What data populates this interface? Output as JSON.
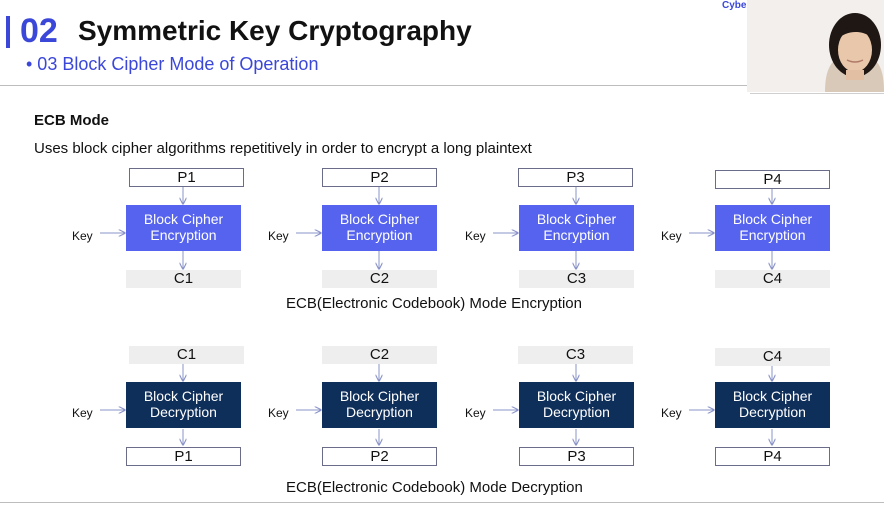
{
  "header": {
    "section_number": "02",
    "title": "Symmetric Key Cryptography",
    "subtitle": "• 03 Block Cipher Mode of Operation",
    "brand": "Cybe"
  },
  "content": {
    "section_title": "ECB Mode",
    "description": "Uses block cipher algorithms repetitively in order to encrypt a long plaintext"
  },
  "encryption": {
    "caption": "ECB(Electronic Codebook) Mode Encryption",
    "inputs": [
      "P1",
      "P2",
      "P3",
      "P4"
    ],
    "block_label_line1": "Block Cipher",
    "block_label_line2": "Encryption",
    "outputs": [
      "C1",
      "C2",
      "C3",
      "C4"
    ]
  },
  "decryption": {
    "caption": "ECB(Electronic Codebook) Mode Decryption",
    "inputs": [
      "C1",
      "C2",
      "C3",
      "C4"
    ],
    "block_label_line1": "Block Cipher",
    "block_label_line2": "Decryption",
    "outputs": [
      "P1",
      "P2",
      "P3",
      "P4"
    ]
  },
  "key_label": "Key",
  "colors": {
    "accent": "#3b47d9",
    "encryption_block": "#5563ef",
    "decryption_block": "#0f2f5b"
  }
}
